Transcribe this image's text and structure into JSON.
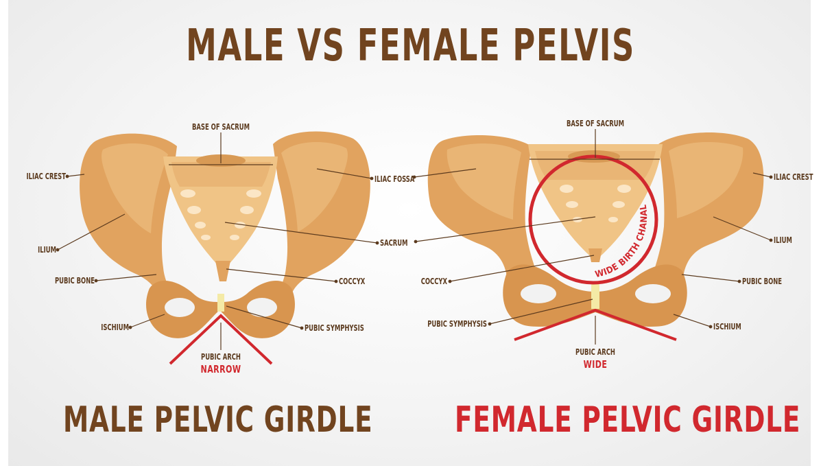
{
  "title": "MALE VS FEMALE PELVIS",
  "male": {
    "heading": "MALE PELVIC GIRDLE",
    "labels": {
      "base_of_sacrum": "BASE OF SACRUM",
      "iliac_crest": "ILIAC CREST",
      "iliac_fossa": "ILIAC FOSSA",
      "ilium": "ILIUM",
      "sacrum": "SACRUM",
      "pubic_bone": "PUBIC BONE",
      "coccyx": "COCCYX",
      "ischium": "ISCHIUM",
      "pubic_symphysis": "PUBIC SYMPHYSIS",
      "pubic_arch": "PUBIC ARCH",
      "arch_type": "NARROW"
    }
  },
  "female": {
    "heading": "FEMALE PELVIC GIRDLE",
    "labels": {
      "base_of_sacrum": "BASE OF SACRUM",
      "iliac_fossa_left": "",
      "iliac_crest": "ILIAC CREST",
      "ilium": "ILIUM",
      "coccyx": "COCCYX",
      "pubic_bone": "PUBIC BONE",
      "pubic_symphysis": "PUBIC SYMPHYSIS",
      "ischium": "ISCHIUM",
      "pubic_arch": "PUBIC ARCH",
      "arch_type": "WIDE",
      "birth_canal": "WIDE BIRTH CHANAL"
    }
  },
  "colors": {
    "bone": "#e1a35f",
    "bone_light": "#f0c486",
    "bone_dark": "#c47f3d",
    "title_brown": "#71441f",
    "accent_red": "#d1282e",
    "background": "#f2f2f2"
  }
}
